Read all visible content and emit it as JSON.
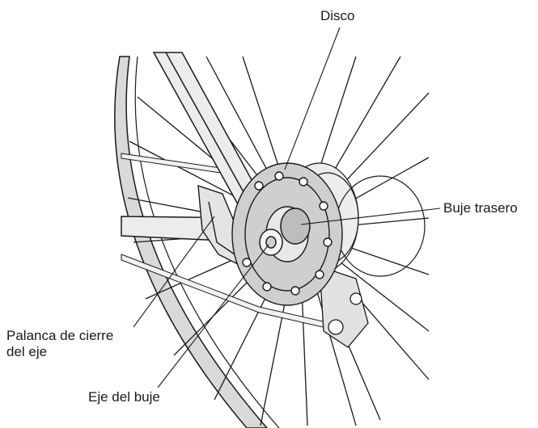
{
  "labels": {
    "disco": "Disco",
    "buje_trasero": "Buje trasero",
    "palanca_line1": "Palanca de cierre",
    "palanca_line2": "del eje",
    "eje_del_buje": "Eje del buje"
  },
  "colors": {
    "line": "#1a1a1a",
    "frame_fill": "#e6e6e6",
    "rotor_fill": "#cfcfcf",
    "tire_fill": "#d9d9d9",
    "background": "#ffffff"
  }
}
